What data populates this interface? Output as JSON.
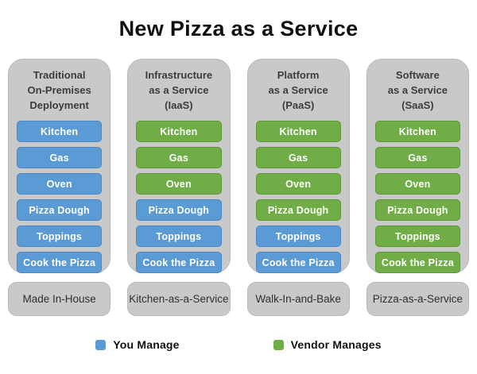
{
  "title": "New Pizza as a Service",
  "colors": {
    "you_manage": "#5b9bd5",
    "you_manage_border": "#4a87c4",
    "vendor_manages": "#70ad47",
    "vendor_manages_border": "#5d9638",
    "panel_bg": "#c9c9c9",
    "panel_border": "#bababa"
  },
  "columns": [
    {
      "header_lines": [
        "Traditional",
        "On-Premises",
        "Deployment"
      ],
      "items": [
        {
          "label": "Kitchen",
          "managed_by": "you"
        },
        {
          "label": "Gas",
          "managed_by": "you"
        },
        {
          "label": "Oven",
          "managed_by": "you"
        },
        {
          "label": "Pizza Dough",
          "managed_by": "you"
        },
        {
          "label": "Toppings",
          "managed_by": "you"
        },
        {
          "label": "Cook the Pizza",
          "managed_by": "you"
        }
      ],
      "footer": "Made In-House"
    },
    {
      "header_lines": [
        "Infrastructure",
        "as a Service",
        "(IaaS)"
      ],
      "items": [
        {
          "label": "Kitchen",
          "managed_by": "vendor"
        },
        {
          "label": "Gas",
          "managed_by": "vendor"
        },
        {
          "label": "Oven",
          "managed_by": "vendor"
        },
        {
          "label": "Pizza Dough",
          "managed_by": "you"
        },
        {
          "label": "Toppings",
          "managed_by": "you"
        },
        {
          "label": "Cook the Pizza",
          "managed_by": "you"
        }
      ],
      "footer": "Kitchen-as-a-Service"
    },
    {
      "header_lines": [
        "Platform",
        "as a Service",
        "(PaaS)"
      ],
      "items": [
        {
          "label": "Kitchen",
          "managed_by": "vendor"
        },
        {
          "label": "Gas",
          "managed_by": "vendor"
        },
        {
          "label": "Oven",
          "managed_by": "vendor"
        },
        {
          "label": "Pizza Dough",
          "managed_by": "vendor"
        },
        {
          "label": "Toppings",
          "managed_by": "you"
        },
        {
          "label": "Cook the Pizza",
          "managed_by": "you"
        }
      ],
      "footer": "Walk-In-and-Bake"
    },
    {
      "header_lines": [
        "Software",
        "as a Service",
        "(SaaS)"
      ],
      "items": [
        {
          "label": "Kitchen",
          "managed_by": "vendor"
        },
        {
          "label": "Gas",
          "managed_by": "vendor"
        },
        {
          "label": "Oven",
          "managed_by": "vendor"
        },
        {
          "label": "Pizza Dough",
          "managed_by": "vendor"
        },
        {
          "label": "Toppings",
          "managed_by": "vendor"
        },
        {
          "label": "Cook the Pizza",
          "managed_by": "vendor"
        }
      ],
      "footer": "Pizza-as-a-Service"
    }
  ],
  "legend": {
    "items": [
      {
        "label": "You Manage",
        "color_key": "you_manage"
      },
      {
        "label": "Vendor Manages",
        "color_key": "vendor_manages"
      }
    ]
  }
}
